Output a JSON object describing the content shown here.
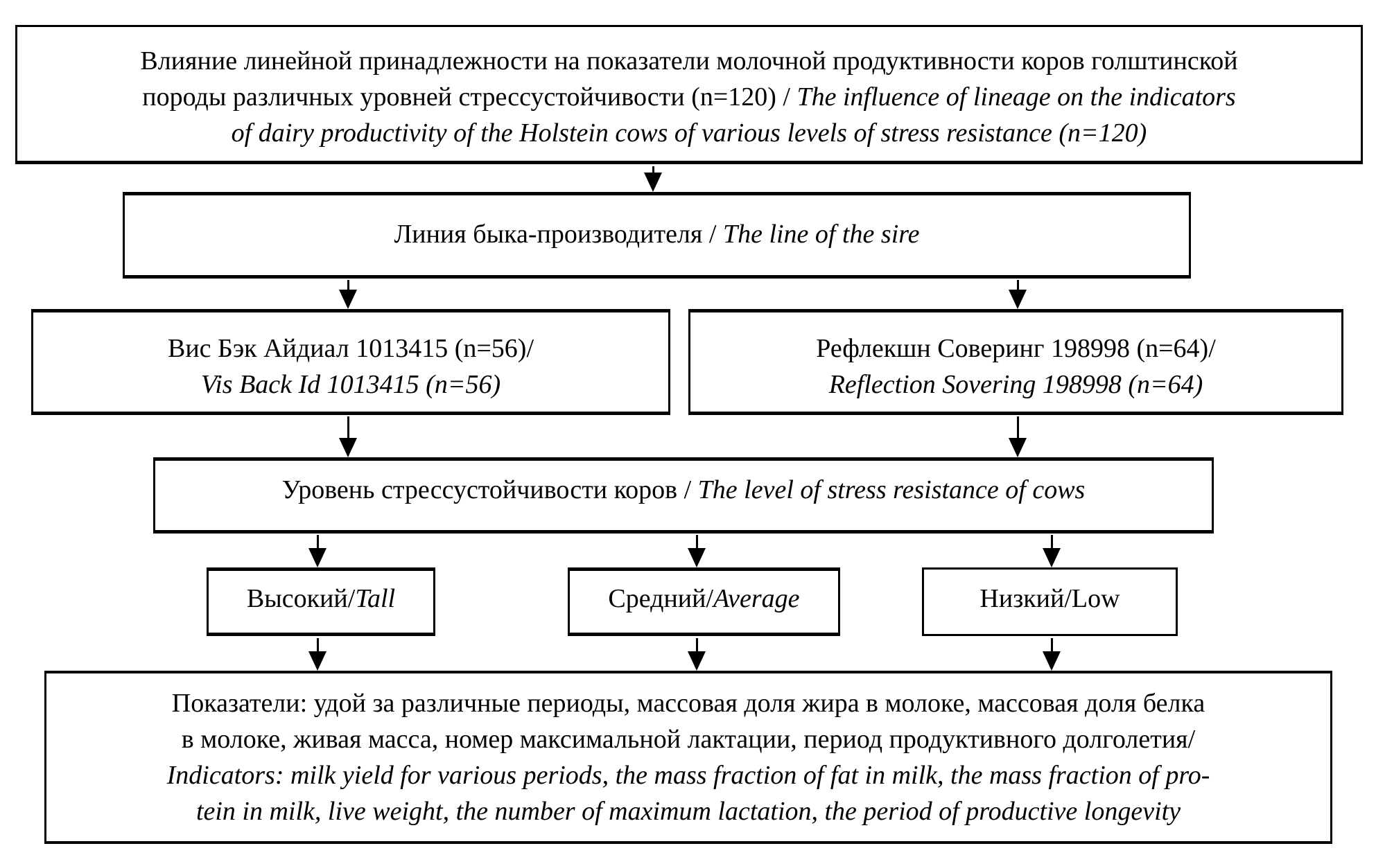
{
  "diagram": {
    "title_box": {
      "line1": "Влияние линейной принадлежности на показатели молочной продуктивности коров голштинской",
      "line2_ru": "породы различных уровней стрессустойчивости (n=120) / ",
      "line2_en": "The influence of lineage on the indicators",
      "line3_en": "of dairy productivity of the Holstein cows of various levels of stress resistance (n=120)"
    },
    "sire_line_box": {
      "ru": "Линия быка-производителя / ",
      "en": "The line of the sire"
    },
    "sire_left_box": {
      "ru": "Вис Бэк Айдиал 1013415 (n=56)/",
      "en": "Vis Back Id 1013415 (n=56)"
    },
    "sire_right_box": {
      "ru": "Рефлекшн Соверинг 198998 (n=64)/",
      "en": "Reflection Sovering 198998 (n=64)"
    },
    "stress_level_box": {
      "ru": "Уровень стрессустойчивости коров / ",
      "en": "The level of stress resistance of cows"
    },
    "level_high_box": {
      "ru": "Высокий/",
      "en": "Tall"
    },
    "level_mid_box": {
      "ru": "Средний/",
      "en": "Average"
    },
    "level_low_box": {
      "ru": "Низкий/Low",
      "en": ""
    },
    "indicators_box": {
      "line1": "Показатели: удой за различные периоды, массовая доля жира в молоке, массовая доля белка",
      "line2": "в молоке, живая масса, номер максимальной лактации, период продуктивного долголетия/",
      "line3": "Indicators: milk yield for various periods, the mass fraction of fat in milk, the mass fraction of pro-",
      "line4": "tein in milk, live weight, the number of maximum lactation, the period of productive longevity"
    },
    "colors": {
      "ink": "#000000",
      "background": "#ffffff"
    }
  }
}
